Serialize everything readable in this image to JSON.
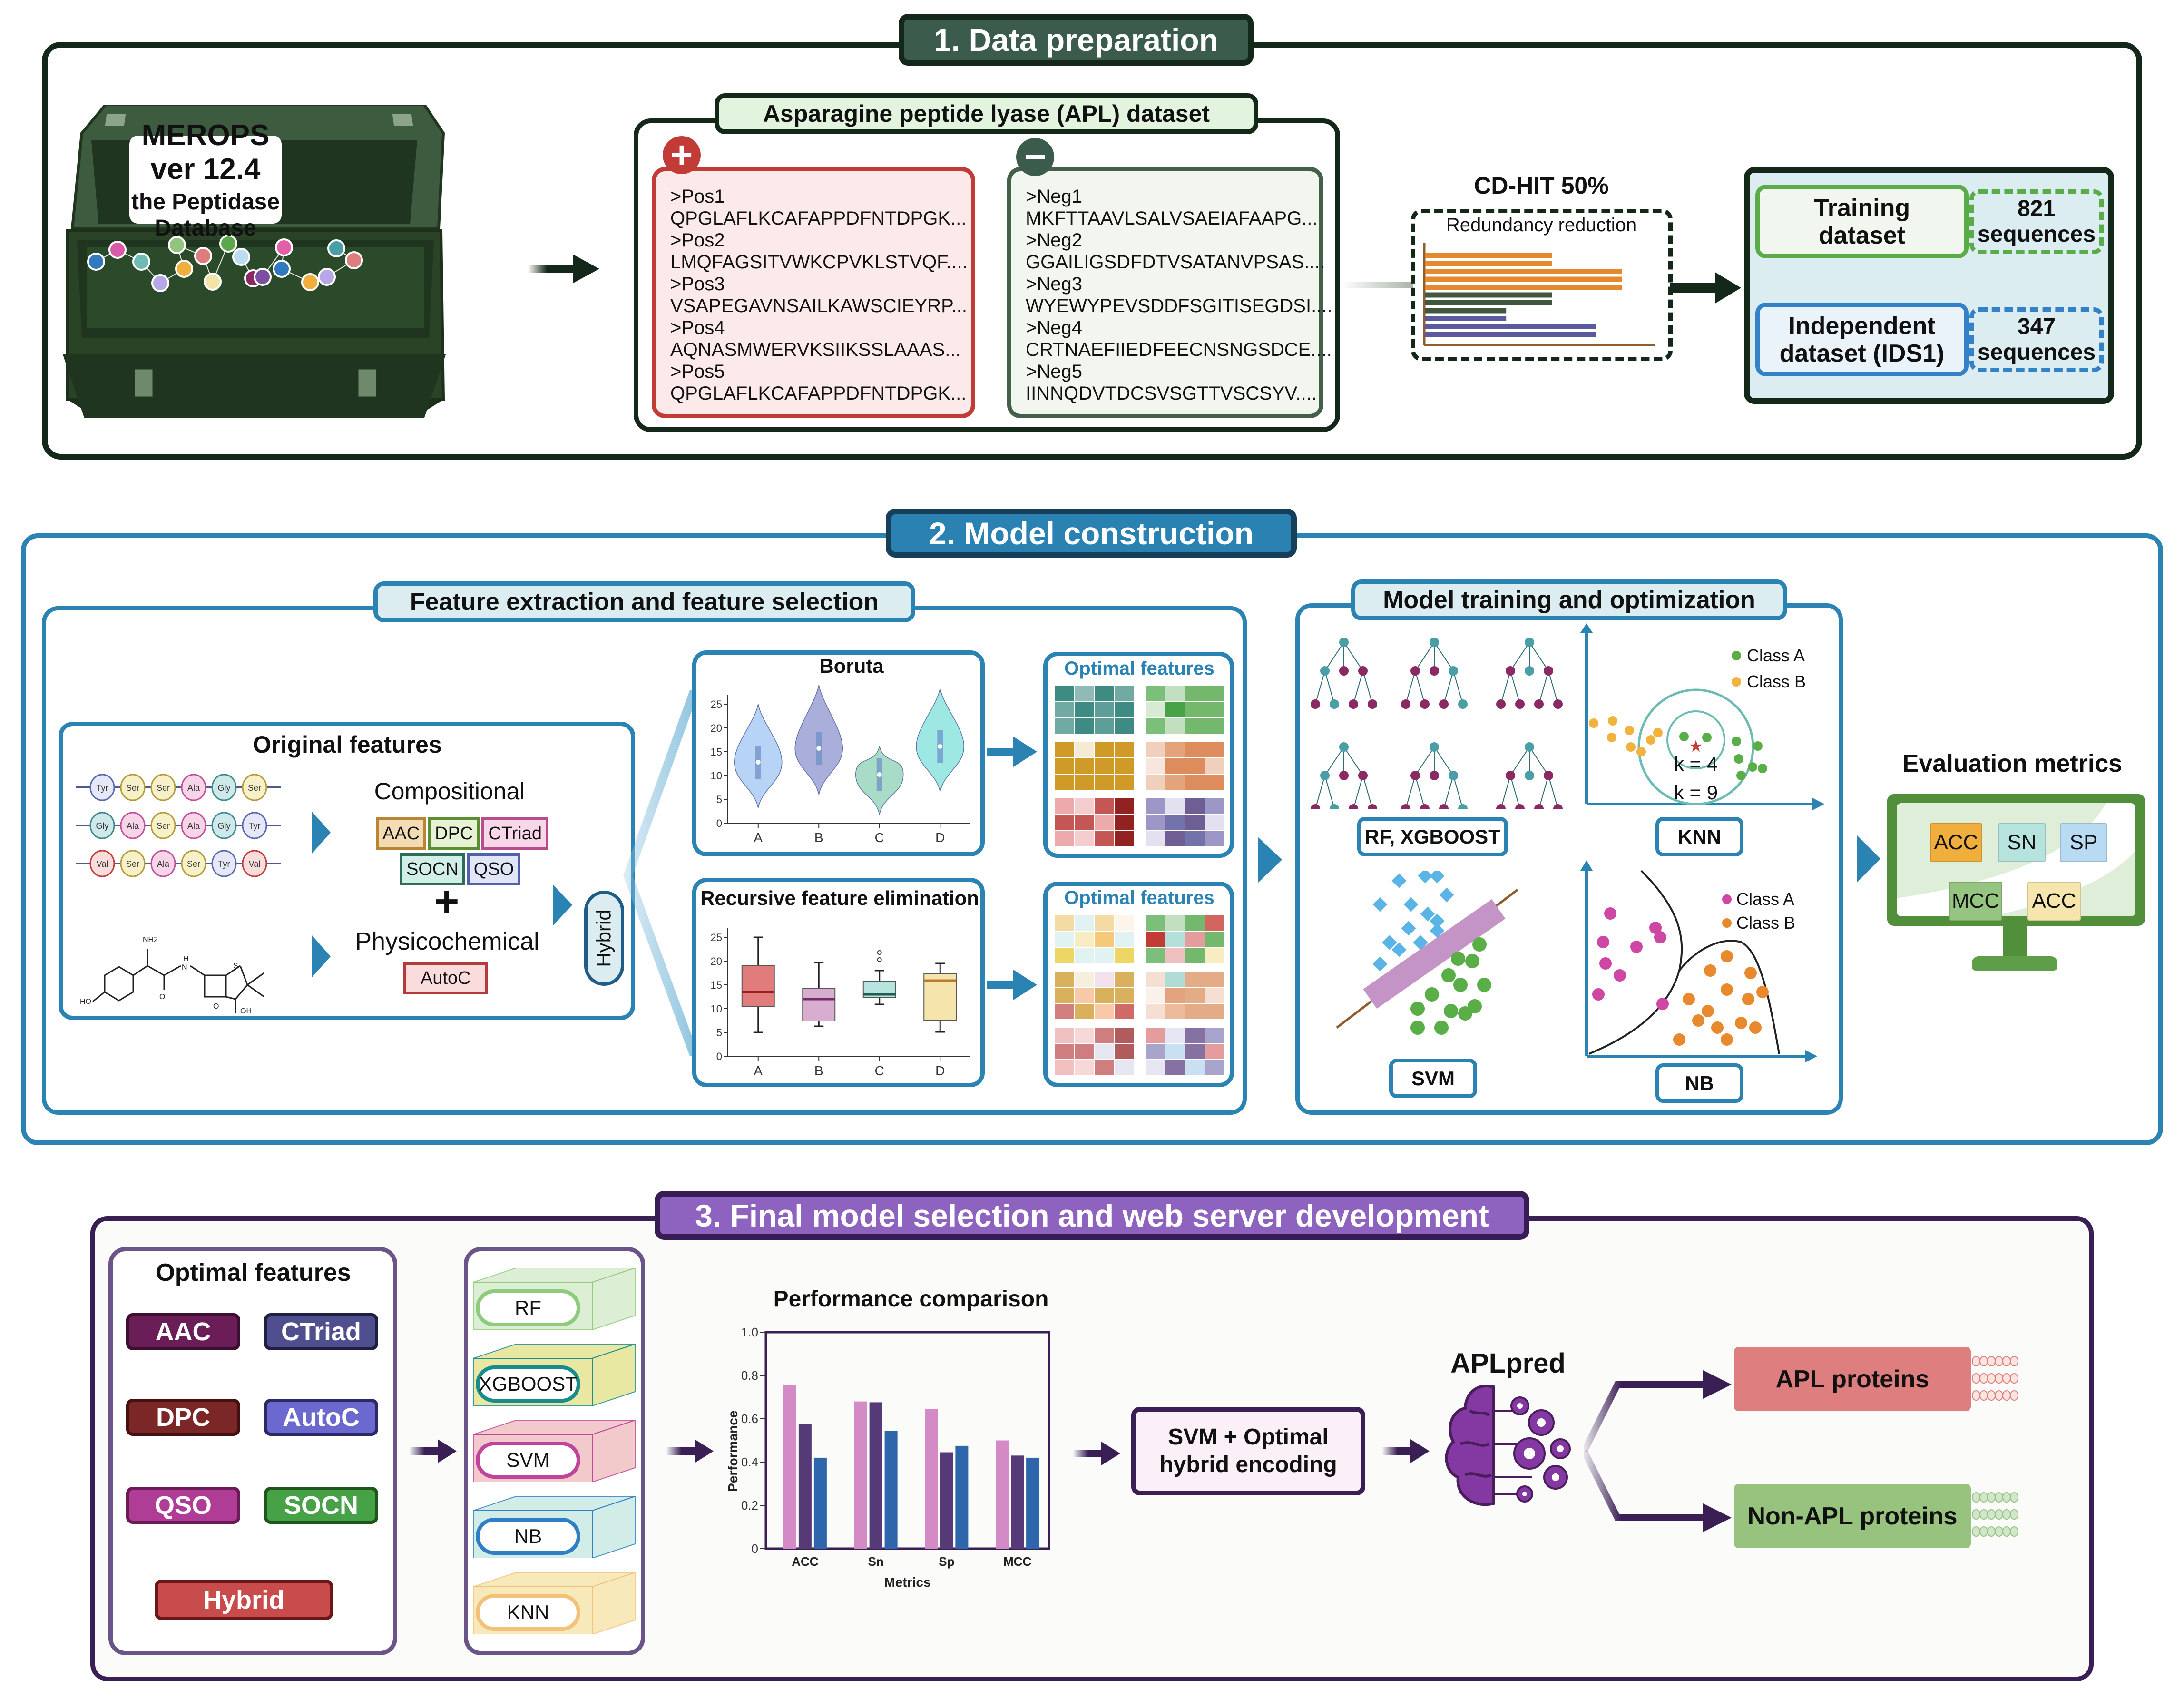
{
  "section1": {
    "title": "1.  Data preparation",
    "database": {
      "name": "MEROPS ver 12.4",
      "subtitle": "the Peptidase Database"
    },
    "dataset_title": "Asparagine peptide lyase (APL) dataset",
    "positive": [
      {
        "id": ">Pos1",
        "seq": "QPGLAFLKCAFAPPDFNTDPGK..."
      },
      {
        "id": ">Pos2",
        "seq": "LMQFAGSITVWKCPVKLSTVQF...."
      },
      {
        "id": ">Pos3",
        "seq": "VSAPEGAVNSAILKAWSCIEYRP..."
      },
      {
        "id": ">Pos4",
        "seq": "AQNASMWERVKSIIKSSLAAAS..."
      },
      {
        "id": ">Pos5",
        "seq": "QPGLAFLKCAFAPPDFNTDPGK..."
      }
    ],
    "negative": [
      {
        "id": ">Neg1",
        "seq": "MKFTTAAVLSALVSAEIAFAAPG..."
      },
      {
        "id": ">Neg2",
        "seq": "GGAILIGSDFDTVSATANVPSAS...."
      },
      {
        "id": ">Neg3",
        "seq": "WYEWYPEVSDDFSGITISEGDSI...."
      },
      {
        "id": ">Neg4",
        "seq": "CRTNAEFIIEDFEECNSNGSDCE...."
      },
      {
        "id": ">Neg5",
        "seq": "IINNQDVTDCSVSGTTVSCSYV...."
      }
    ],
    "plus_icon": "plus-icon",
    "minus_icon": "minus-icon",
    "cdhit": {
      "title": "CD-HIT 50%",
      "subtitle": "Redundancy reduction",
      "bars": [
        0.58,
        0.58,
        0.9,
        0.9,
        0.9,
        0.58,
        0.58,
        0.37,
        0.37,
        0.78,
        0.78
      ],
      "bar_colors": [
        "#e5892e",
        "#e5892e",
        "#e5892e",
        "#e5892e",
        "#e5892e",
        "#41583f",
        "#41583f",
        "#41583f",
        "#5a5a9c",
        "#5a5a9c",
        "#5a5a9c"
      ]
    },
    "training": {
      "label_1": "Training",
      "label_2": "dataset",
      "count": "821",
      "unit": "sequences"
    },
    "independent": {
      "label_1": "Independent",
      "label_2": "dataset (IDS1)",
      "count": "347",
      "unit": "sequences"
    },
    "peptide_colors": [
      "#3279c0",
      "#d85aa8",
      "#6cbcb4",
      "#b6a8e6",
      "#f0ae3c",
      "#93c47d",
      "#df7d7d",
      "#f2e3a6",
      "#5aa84b",
      "#bcdcf2",
      "#8b2a62",
      "#7b4fa3",
      "#e55fa8",
      "#3279c0",
      "#f0ae3c",
      "#b6a8e6",
      "#df7d7d",
      "#4a9ea6"
    ]
  },
  "section2": {
    "title": "2. Model construction",
    "feature_panel_title": "Feature extraction and feature selection",
    "original_features": {
      "title": "Original features",
      "sequences": [
        [
          "Tyr",
          "Ser",
          "Ser",
          "Ala",
          "Gly",
          "Ser"
        ],
        [
          "Gly",
          "Ala",
          "Ser",
          "Ala",
          "Gly",
          "Tyr"
        ],
        [
          "Val",
          "Ser",
          "Ala",
          "Ser",
          "Tyr",
          "Val"
        ]
      ],
      "residue_colors": {
        "Tyr": [
          "#e6e8f8",
          "#5a67b4"
        ],
        "Ser": [
          "#f6f1c8",
          "#b59a3a"
        ],
        "Ala": [
          "#f7d5e8",
          "#c0509a"
        ],
        "Gly": [
          "#cfe8ea",
          "#3d8a8e"
        ],
        "Val": [
          "#f9dcdc",
          "#c23b36"
        ]
      },
      "molecule_labels": [
        "NH2",
        "HO",
        "O",
        "H",
        "N",
        "S",
        "O",
        "OH"
      ],
      "compositional_label": "Compositional",
      "compositional_tags": [
        {
          "label": "AAC",
          "bg": "#f3dcb4",
          "border": "#b98434"
        },
        {
          "label": "DPC",
          "bg": "#e6f2d3",
          "border": "#5b8d31"
        },
        {
          "label": "CTriad",
          "bg": "#f8d7e8",
          "border": "#b94c8a"
        },
        {
          "label": "SOCN",
          "bg": "#d1efe6",
          "border": "#2e6c5a"
        },
        {
          "label": "QSO",
          "bg": "#e1e5f8",
          "border": "#5060ab"
        }
      ],
      "plus_icon": "plus-icon",
      "physicochemical_label": "Physicochemical",
      "physicochemical_tags": [
        {
          "label": "AutoC",
          "bg": "#fbdcdc",
          "border": "#b33b3b"
        }
      ],
      "hybrid_label": "Hybrid"
    },
    "boruta": {
      "title": "Boruta",
      "categories": [
        "A",
        "B",
        "C",
        "D"
      ],
      "yticks": [
        "0",
        "5",
        "10",
        "15",
        "20",
        "25"
      ],
      "medians": [
        12.8,
        15.7,
        10.2,
        16.1
      ],
      "ranges": [
        [
          3.2,
          25
        ],
        [
          6,
          29
        ],
        [
          1.8,
          16.2
        ],
        [
          6.6,
          28.3
        ]
      ],
      "colors": [
        "#b7d3f5",
        "#a9aedb",
        "#a8dcc6",
        "#9de8e3"
      ]
    },
    "rfe": {
      "title": "Recursive feature elimination",
      "categories": [
        "A",
        "B",
        "C",
        "D"
      ],
      "yticks": [
        "0",
        "5",
        "10",
        "15",
        "20",
        "25"
      ],
      "boxes": [
        {
          "min": 5,
          "q1": 10.5,
          "median": 13.5,
          "q3": 19,
          "max": 25,
          "fill": "#e17c7c",
          "line": "#9a2020"
        },
        {
          "min": 6.3,
          "q1": 7.4,
          "median": 12,
          "q3": 14.2,
          "max": 19.7,
          "fill": "#d8aed0",
          "line": "#7a2c68"
        },
        {
          "min": 10.9,
          "q1": 12.3,
          "median": 13,
          "q3": 15.8,
          "max": 18,
          "fill": "#b8e4e0",
          "line": "#1f5c52",
          "outliers": [
            20.3,
            21.8
          ]
        },
        {
          "min": 5.1,
          "q1": 7.6,
          "median": 15.9,
          "q3": 17.3,
          "max": 19.5,
          "fill": "#f6e4ad",
          "line": "#b97a2a"
        }
      ]
    },
    "optimal_features_title": "Optimal features",
    "heatmap1": [
      [
        "#3e8b83",
        "#8fbab5",
        "#3e8b83",
        "#70aaa3"
      ],
      [
        "#70aaa3",
        "#3e8b83",
        "#5d9f98",
        "#3e8b83"
      ],
      [
        "#70aaa3",
        "#3e8b83",
        "#5d9f98",
        "#3e8b83"
      ],
      [
        "#7cbf7a",
        "#c2dfbf",
        "#73b86d",
        "#73b86d"
      ],
      [
        "#d7ead4",
        "#47a346",
        "#73b86d",
        "#73b86d"
      ],
      [
        "#7cbf7a",
        "#c2dfbf",
        "#73b86d",
        "#73b86d"
      ],
      [
        "#d09a28",
        "#f5ead4",
        "#d09a28",
        "#d09a28"
      ],
      [
        "#d09a28",
        "#d09a28",
        "#d09a28",
        "#d09a28"
      ],
      [
        "#d09a28",
        "#d09a28",
        "#d09a28",
        "#d09a28"
      ],
      [
        "#f0d0bd",
        "#e3a47b",
        "#dd8c5d",
        "#dd8c5d"
      ],
      [
        "#f7e6de",
        "#dd8c5d",
        "#dd8c5d",
        "#f0d0bd"
      ],
      [
        "#f0d0bd",
        "#e3a47b",
        "#dd8c5d",
        "#dd8c5d"
      ],
      [
        "#ecaaad",
        "#f4cdce",
        "#c45756",
        "#922121"
      ],
      [
        "#c45756",
        "#c45756",
        "#ecaaad",
        "#922121"
      ],
      [
        "#ecaaad",
        "#f4cdce",
        "#c45756",
        "#922121"
      ],
      [
        "#9c97c6",
        "#e3e0f0",
        "#6f5e94",
        "#9c97c6"
      ],
      [
        "#9c97c6",
        "#7472aa",
        "#6f5e94",
        "#e3e0f0"
      ],
      [
        "#e3e0f0",
        "#6f5e94",
        "#7472aa",
        "#9c97c6"
      ]
    ],
    "heatmap2": [
      [
        "#f4dba4",
        "#e0f2f2",
        "#f4dba4",
        "#fdf5ea"
      ],
      [
        "#e0f2f2",
        "#f8ecc2",
        "#f5c97a",
        "#e0f2f2"
      ],
      [
        "#edd663",
        "#e0f2f2",
        "#e0f2f2",
        "#edd663"
      ],
      [
        "#7cbf7a",
        "#c2dfbf",
        "#73b86d",
        "#d2665e"
      ],
      [
        "#c23b35",
        "#b4e0dc",
        "#e59c9c",
        "#73b86d"
      ],
      [
        "#7cbf7a",
        "#f0c0c0",
        "#73b86d",
        "#f8ecc2"
      ],
      [
        "#d9b05c",
        "#f6efdc",
        "#f2e0ed",
        "#d9b05c"
      ],
      [
        "#d9b05c",
        "#f7c9a8",
        "#d9b05c",
        "#d9b05c"
      ],
      [
        "#d37f7f",
        "#d9b05c",
        "#f7c9a8",
        "#d06a66"
      ],
      [
        "#f5dfd2",
        "#b0dcd5",
        "#e4ac86",
        "#e4ac86"
      ],
      [
        "#fbf1eb",
        "#e4a37f",
        "#e4ac86",
        "#f5dfd2"
      ],
      [
        "#f5dfd2",
        "#ebbb9b",
        "#e4ac86",
        "#e4ac86"
      ],
      [
        "#f1c1c2",
        "#f6d8d9",
        "#d07d7f",
        "#b05c5c"
      ],
      [
        "#d07d7f",
        "#d07d7f",
        "#e6e6f2",
        "#b05c5c"
      ],
      [
        "#f1c1c2",
        "#f6d8d9",
        "#d07d7f",
        "#e6e6f2"
      ],
      [
        "#e59c9c",
        "#e6e6f2",
        "#8672a2",
        "#a8a4cc"
      ],
      [
        "#a8a4cc",
        "#c8e0f2",
        "#8672a2",
        "#e59c9c"
      ],
      [
        "#e6e6f2",
        "#8672a2",
        "#c8e0f2",
        "#a8a4cc"
      ]
    ],
    "model_panel_title": "Model training and optimization",
    "models": {
      "rf_label": "RF, XGBOOST",
      "knn_label": "KNN",
      "svm_label": "SVM",
      "nb_label": "NB",
      "knn_legend": [
        {
          "label": "Class A",
          "color": "#5aae48"
        },
        {
          "label": "Class B",
          "color": "#f2b23e"
        }
      ],
      "knn_k_labels": [
        "k = 4",
        "k = 9"
      ],
      "nb_legend": [
        {
          "label": "Class A",
          "color": "#cf47a4"
        },
        {
          "label": "Class B",
          "color": "#e8892e"
        }
      ],
      "knn_star_icon": "star-icon"
    },
    "evaluation": {
      "title": "Evaluation metrics",
      "metrics": [
        {
          "label": "ACC",
          "bg": "#f0ae3c"
        },
        {
          "label": "SN",
          "bg": "#b7e3de"
        },
        {
          "label": "SP",
          "bg": "#b8daf3"
        },
        {
          "label": "MCC",
          "bg": "#96c481"
        },
        {
          "label": "ACC",
          "bg": "#f6e6ae"
        }
      ]
    }
  },
  "section3": {
    "title": "3. Final model selection and web server development",
    "optimal_features": {
      "title": "Optimal features",
      "items": [
        {
          "label": "AAC",
          "bg": "#6a1d57",
          "border": "#3a0f30"
        },
        {
          "label": "CTriad",
          "bg": "#4f4f8f",
          "border": "#1f1f3f"
        },
        {
          "label": "DPC",
          "bg": "#7b2727",
          "border": "#451010"
        },
        {
          "label": "AutoC",
          "bg": "#6b69cf",
          "border": "#2c2a65"
        },
        {
          "label": "QSO",
          "bg": "#b03d95",
          "border": "#6b1c57"
        },
        {
          "label": "SOCN",
          "bg": "#47a146",
          "border": "#1f561e"
        },
        {
          "label": "Hybrid",
          "bg": "#c84c4c",
          "border": "#6b1717"
        }
      ]
    },
    "classifiers": [
      {
        "label": "RF",
        "box": "#d7eccd",
        "border": "#8fcb7c"
      },
      {
        "label": "XGBOOST",
        "box": "#e5e593",
        "border": "#1a8c8c"
      },
      {
        "label": "SVM",
        "box": "#f2c1c4",
        "border": "#c0459a"
      },
      {
        "label": "NB",
        "box": "#cbe9e4",
        "border": "#2f7fc4"
      },
      {
        "label": "KNN",
        "box": "#f6e6ad",
        "border": "#f2c27a"
      }
    ],
    "selected_model": {
      "line_1": "SVM + Optimal",
      "line_2": "hybrid encoding"
    },
    "webserver": {
      "name": "APLpred",
      "brain_icon": "brain-gears-icon"
    },
    "outputs": {
      "positive": "APL proteins",
      "negative": "Non-APL proteins",
      "positive_color": "#de7e7e",
      "negative_color": "#97c37f"
    }
  },
  "chart_data": {
    "type": "bar",
    "title": "Performance  comparison",
    "xlabel": "Metrics",
    "ylabel": "Performance",
    "categories": [
      "ACC",
      "Sn",
      "Sp",
      "MCC"
    ],
    "series": [
      {
        "name": "series-1",
        "color": "#d48ac4",
        "values": [
          0.755,
          0.68,
          0.645,
          0.5
        ]
      },
      {
        "name": "series-2",
        "color": "#553a77",
        "values": [
          0.575,
          0.676,
          0.445,
          0.43
        ]
      },
      {
        "name": "series-3",
        "color": "#2d66ab",
        "values": [
          0.42,
          0.545,
          0.475,
          0.42
        ]
      }
    ],
    "ylim": [
      0,
      1.0
    ],
    "yticks": [
      "0",
      "0.2",
      "0.4",
      "0.6",
      "0.8",
      "1.0"
    ],
    "grid": false,
    "legend": "none"
  }
}
